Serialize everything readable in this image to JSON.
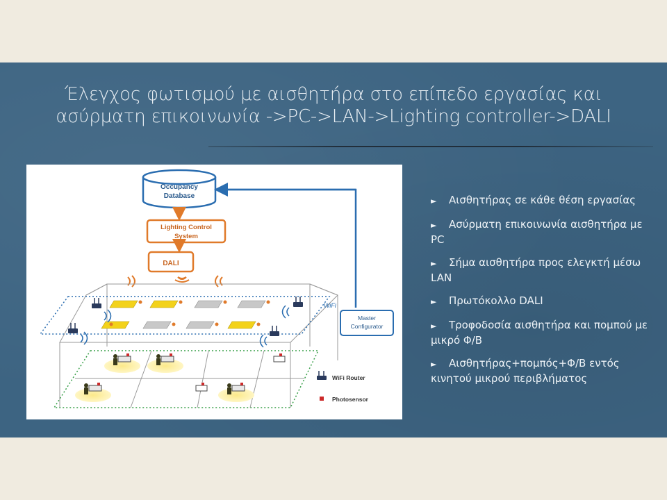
{
  "slide": {
    "title_line1": "Έλεγχος φωτισμού με αισθητήρα στο επίπεδο εργασίας και",
    "title_line2": "ασύρματη επικοινωνία ->PC->LAN->Lighting controller->DALI"
  },
  "diagram": {
    "database_line1": "Occupancy",
    "database_line2": "Database",
    "lcs_line1": "Lighting Control",
    "lcs_line2": "System",
    "dali": "DALI",
    "master_line1": "Master",
    "master_line2": "Configurator",
    "wifi_label": "WiFi",
    "legend_router": "WiFi Router",
    "legend_photosensor": "Photosensor"
  },
  "bullets": {
    "marker": "►",
    "items": [
      "Αισθητήρας σε κάθε θέση εργασίας",
      "Ασύρματη επικοινωνία αισθητήρα  με PC",
      "Σήμα αισθητήρα προς ελεγκτή μέσω LAN",
      "Πρωτόκολλο DALI",
      "Τροφοδοσία αισθητήρα και πομπού με μικρό Φ/Β",
      "Αισθητήρας+πομπός+Φ/Β εντός κινητού μικρού περιβλήματος"
    ]
  },
  "colors": {
    "background": "#f0ebe0",
    "panel": "#3d6482",
    "blue_box": "#2a6db0",
    "orange_box": "#e07a2a",
    "luminaire_on": "#f3d21a",
    "luminaire_off": "#c8c8c8"
  }
}
